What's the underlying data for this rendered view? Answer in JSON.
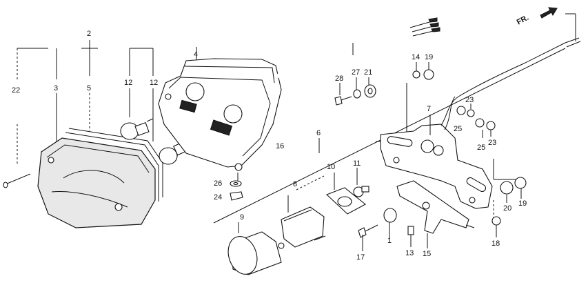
{
  "direction_marker": "FR.",
  "callouts": {
    "c1": "1",
    "c2": "2",
    "c3": "3",
    "c4": "4",
    "c5": "5",
    "c6": "6",
    "c7": "7",
    "c8": "8",
    "c9": "9",
    "c10": "10",
    "c11": "11",
    "c12a": "12",
    "c12b": "12",
    "c13": "13",
    "c14": "14",
    "c15": "15",
    "c16": "16",
    "c17": "17",
    "c18": "18",
    "c19a": "19",
    "c19b": "19",
    "c20": "20",
    "c21": "21",
    "c22": "22",
    "c23a": "23",
    "c23b": "23",
    "c24": "24",
    "c25a": "25",
    "c25b": "25",
    "c26": "26",
    "c27": "27",
    "c28": "28"
  },
  "colors": {
    "ink": "#111111",
    "paper": "#ffffff",
    "lens_tint": "#e8e8e8"
  },
  "icons": {
    "direction": "arrow-right-icon"
  }
}
